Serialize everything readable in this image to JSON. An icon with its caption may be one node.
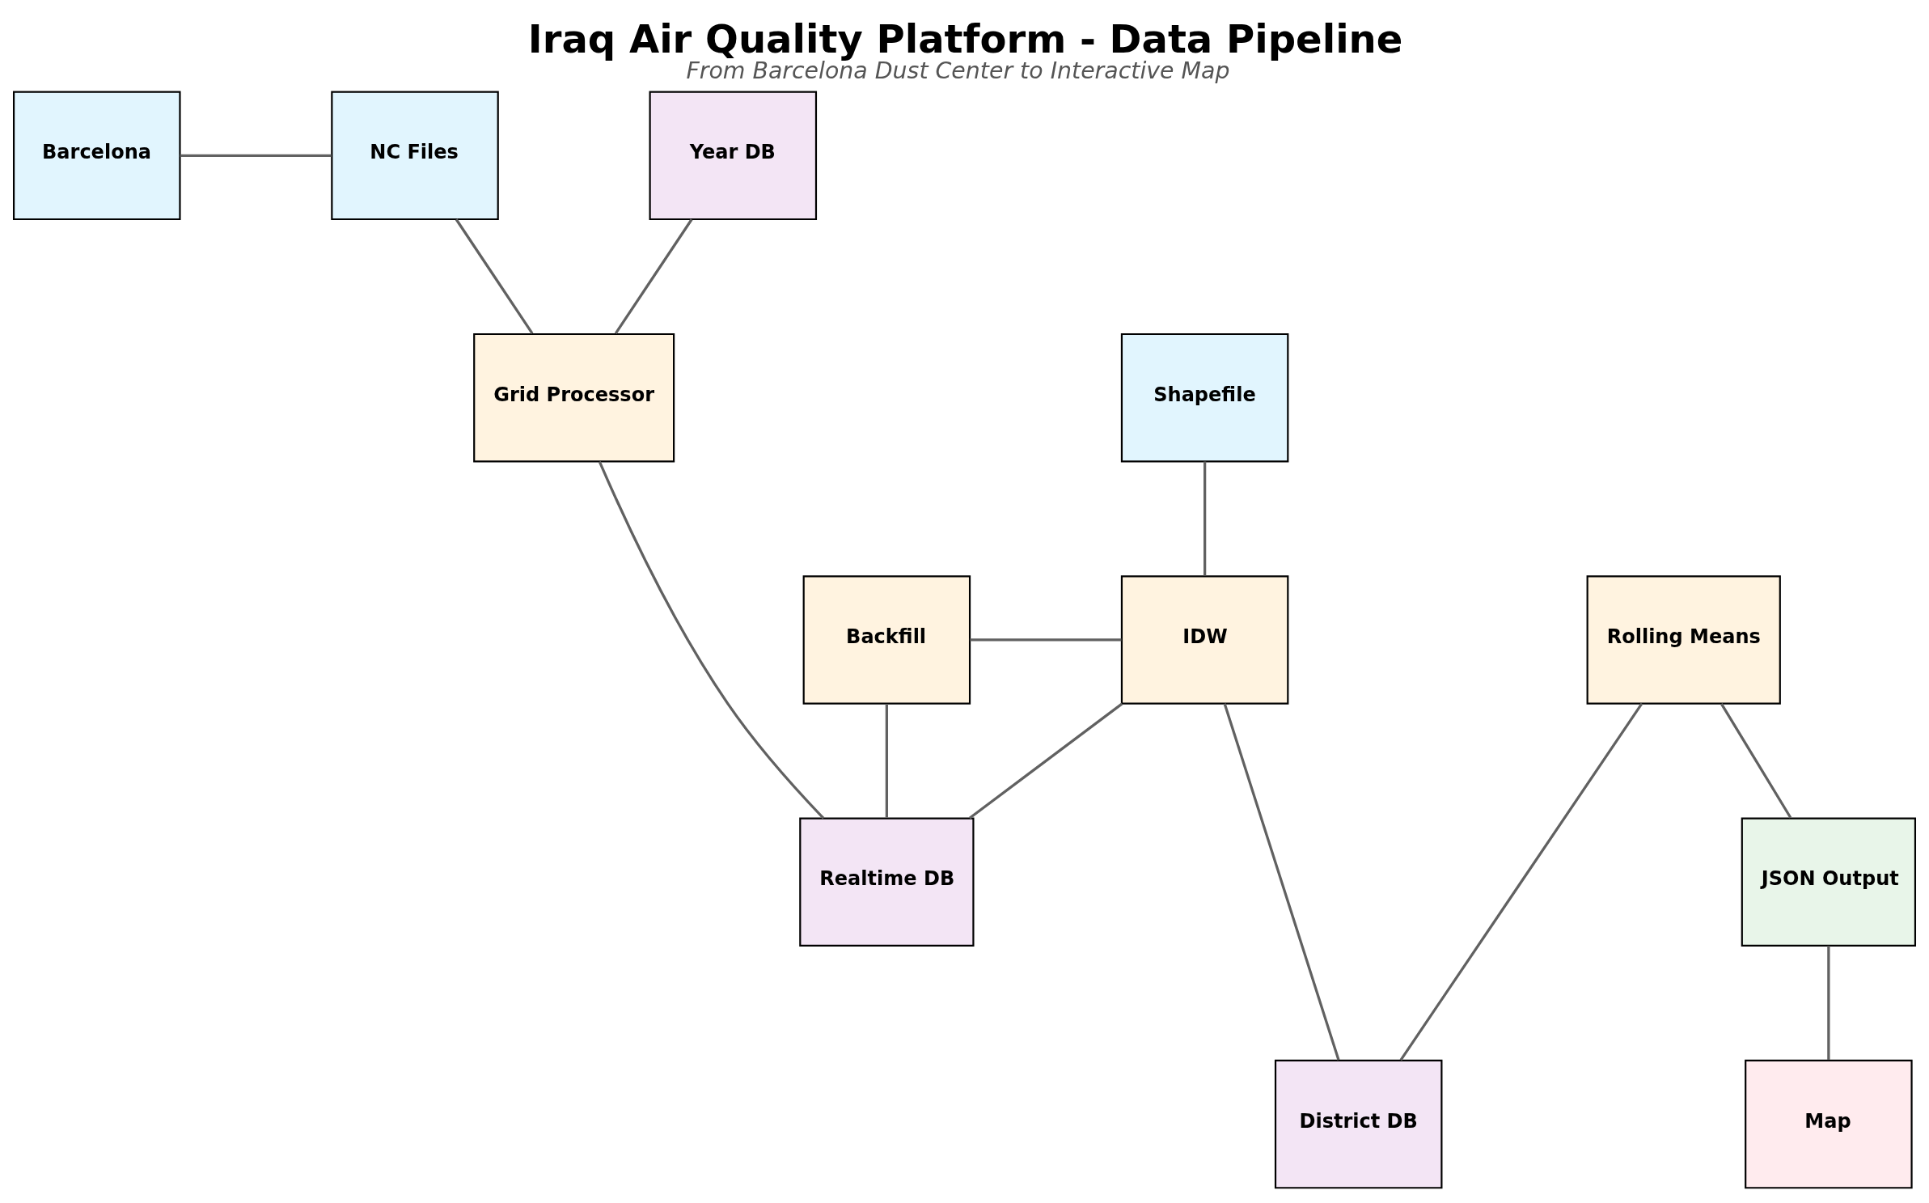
{
  "diagram": {
    "title": "Iraq Air Quality Platform - Data Pipeline",
    "caption": "From Barcelona Dust Center to Interactive Map",
    "nodes": [
      {
        "text": [
          "Barcelona"
        ]
      },
      {
        "text": [
          "NC Files"
        ]
      },
      {
        "text": [
          "Year DB"
        ]
      },
      {
        "text": [
          "Grid Processor"
        ]
      },
      {
        "text": [
          "Shapefile"
        ]
      },
      {
        "text": [
          "Backfill"
        ]
      },
      {
        "text": [
          "IDW"
        ]
      },
      {
        "text": [
          "Rolling Means"
        ]
      },
      {
        "text": [
          "Realtime DB"
        ]
      },
      {
        "text": [
          "JSON Output"
        ]
      },
      {
        "text": [
          "District DB"
        ]
      },
      {
        "text": [
          "Map"
        ]
      }
    ],
    "edges": [
      {
        "from": 0,
        "to": 1,
        "arrow": "none"
      },
      {
        "from": 1,
        "to": 3,
        "arrow": "none"
      },
      {
        "from": 2,
        "to": 3,
        "arrow": "none"
      },
      {
        "from": 3,
        "to": 8,
        "arrow": "none"
      },
      {
        "from": 4,
        "to": 6,
        "arrow": "none"
      },
      {
        "from": 5,
        "to": 6,
        "arrow": "none"
      },
      {
        "from": 5,
        "to": 8,
        "arrow": "none"
      },
      {
        "from": 6,
        "to": 8,
        "arrow": "none"
      },
      {
        "from": 6,
        "to": 10,
        "arrow": "none"
      },
      {
        "from": 7,
        "to": 10,
        "arrow": "none"
      },
      {
        "from": 7,
        "to": 9,
        "arrow": "none"
      },
      {
        "from": 9,
        "to": 11,
        "arrow": "none"
      }
    ]
  }
}
